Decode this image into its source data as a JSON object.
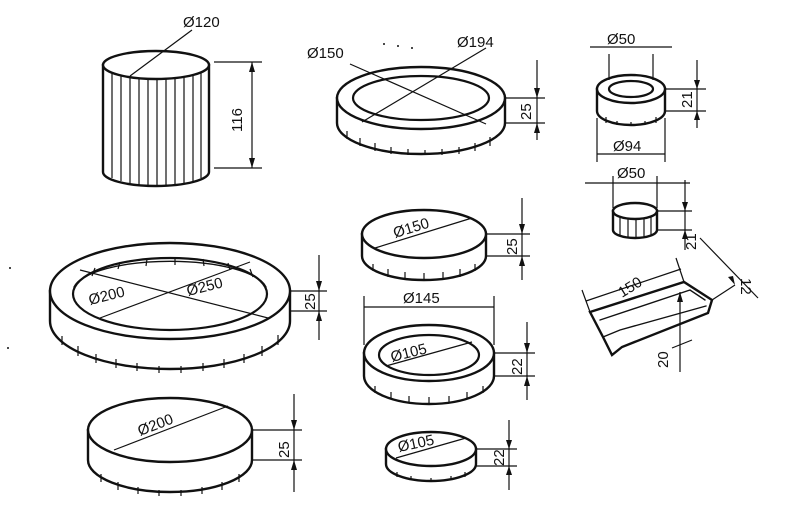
{
  "parts": [
    {
      "name": "cylinder",
      "diameter": "Ø120",
      "height": "116"
    },
    {
      "name": "thin-ring",
      "inner_diameter": "Ø150",
      "outer_diameter": "Ø194",
      "height": "25"
    },
    {
      "name": "small-bushing",
      "inner_diameter": "Ø50",
      "outer_diameter": "Ø94",
      "height": "21"
    },
    {
      "name": "small-cylinder",
      "diameter": "Ø50",
      "height": "21"
    },
    {
      "name": "disc-150",
      "diameter": "Ø150",
      "height": "25"
    },
    {
      "name": "large-ring",
      "inner_diameter": "Ø200",
      "outer_diameter": "Ø250",
      "height": "25"
    },
    {
      "name": "ring-145",
      "outer_diameter": "Ø145",
      "inner_diameter": "Ø105",
      "height": "22"
    },
    {
      "name": "disc-200",
      "diameter": "Ø200",
      "height": "25"
    },
    {
      "name": "disc-105",
      "diameter": "Ø105",
      "height": "22"
    },
    {
      "name": "strip",
      "length": "150",
      "width": "12",
      "thickness": "20"
    }
  ]
}
